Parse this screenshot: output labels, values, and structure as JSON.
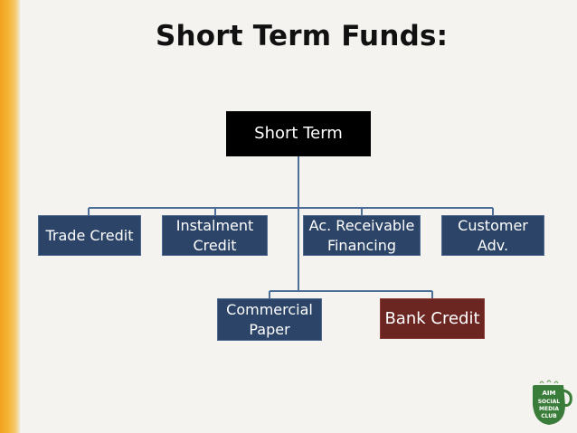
{
  "title": "Short Term Funds:",
  "root": "Short Term",
  "level1": [
    "Trade Credit",
    "Instalment\nCredit",
    "Ac. Receivable\nFinancing",
    "Customer\nAdv."
  ],
  "level2": [
    "Commercial\nPaper",
    "Bank Credit"
  ],
  "logo_text": [
    "AIM",
    "SOCIAL",
    "MEDIA",
    "CLUB"
  ],
  "colors": {
    "navy": "#2c4468",
    "maroon": "#6c2622",
    "root": "#000000",
    "accent": "#f0a21c",
    "logo_green": "#3a7d3a"
  }
}
